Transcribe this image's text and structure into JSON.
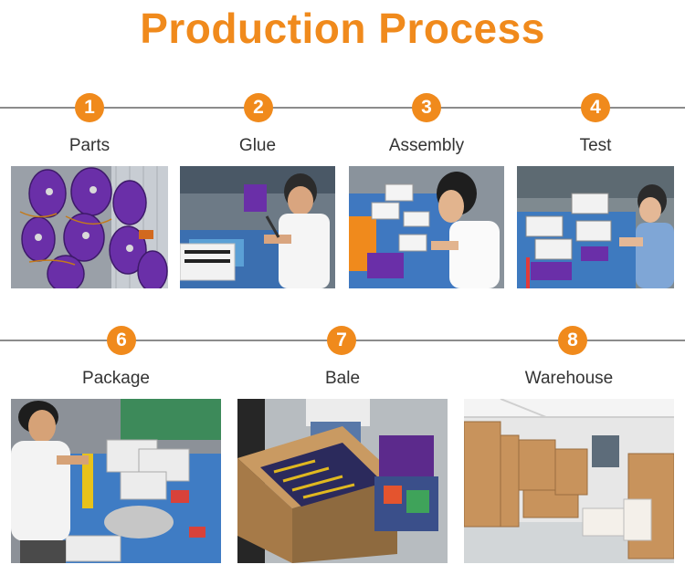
{
  "title": "Production Process",
  "accent_color": "#f08a1c",
  "row1": [
    {
      "number": "1",
      "label": "Parts"
    },
    {
      "number": "2",
      "label": "Glue"
    },
    {
      "number": "3",
      "label": "Assembly"
    },
    {
      "number": "4",
      "label": "Test"
    }
  ],
  "row2": [
    {
      "number": "6",
      "label": "Package"
    },
    {
      "number": "7",
      "label": "Bale"
    },
    {
      "number": "8",
      "label": "Warehouse"
    }
  ]
}
